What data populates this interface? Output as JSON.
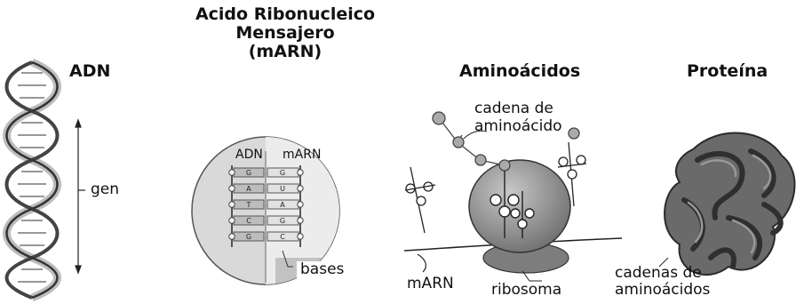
{
  "headings": {
    "adn": "ADN",
    "marn_line1": "Acido Ribonucleico",
    "marn_line2": "Mensajero",
    "marn_line3": "(mARN)",
    "aminoacidos": "Aminoácidos",
    "proteina": "Proteína"
  },
  "labels": {
    "gen": "gen",
    "adn_inner": "ADN",
    "marn_inner": "mARN",
    "bases": "bases",
    "cadena_line1": "cadena de",
    "cadena_line2": "aminoácido",
    "marn": "mARN",
    "ribosoma": "ribosoma",
    "cadenas_line1": "cadenas de",
    "cadenas_line2": "aminoácidos"
  },
  "base_pairs": [
    {
      "dna": "G",
      "rna": "G"
    },
    {
      "dna": "A",
      "rna": "U"
    },
    {
      "dna": "T",
      "rna": "A"
    },
    {
      "dna": "C",
      "rna": "G"
    },
    {
      "dna": "G",
      "rna": "C"
    }
  ],
  "colors": {
    "ink": "#111111",
    "gray_light": "#d6d6d6",
    "gray_mid": "#9a9a9a",
    "gray_dark": "#555555",
    "protein": "#5a5a5a"
  }
}
